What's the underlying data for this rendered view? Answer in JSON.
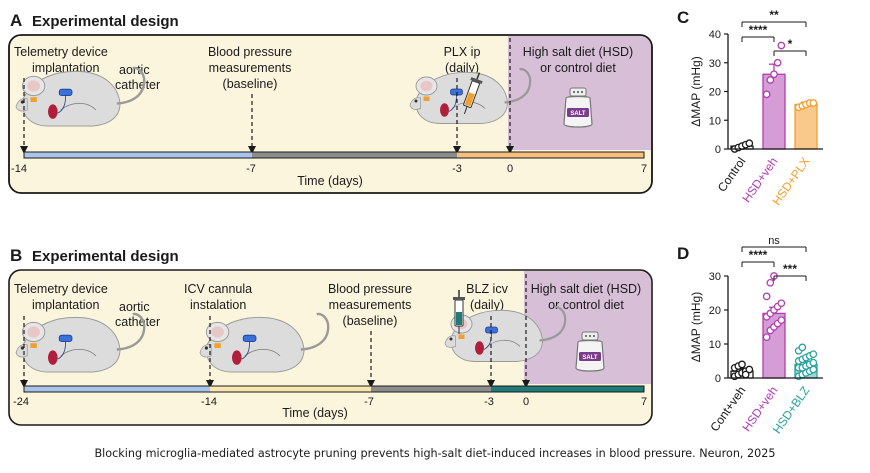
{
  "colors": {
    "panel_bg": "#fcf5de",
    "hsd_region": "#d7bfd7",
    "timeline_blue": "#a9c4eb",
    "timeline_gray": "#8c8c8c",
    "timeline_orange": "#f6bf80",
    "timeline_yellow": "#f7e6b0",
    "timeline_teal": "#1f7a78",
    "control_color": "#1a1a1a",
    "hsd_veh_color": "#b13fb1",
    "hsd_plx_color": "#f0a030",
    "hsd_blz_color": "#2aa39d"
  },
  "icons": [
    "mouse-icon",
    "salt-jar-icon",
    "syringe-icon",
    "telemetry-device-icon"
  ],
  "panelA": {
    "letter": "A",
    "title": "Experimental design",
    "annotations": {
      "telemetry_l1": "Telemetry device",
      "telemetry_l2": "implantation",
      "aortic_l1": "aortic",
      "aortic_l2": "catheter",
      "bp_l1": "Blood pressure",
      "bp_l2": "measurements",
      "bp_l3": "(baseline)",
      "plx_l1": "PLX ip",
      "plx_l2": "(daily)",
      "hsd_l1": "High salt diet (HSD)",
      "hsd_l2": "or control diet",
      "salt": "SALT"
    },
    "ticks": [
      "-14",
      "-7",
      "-3",
      "0",
      "7"
    ],
    "axis_label": "Time (days)"
  },
  "panelB": {
    "letter": "B",
    "title": "Experimental design",
    "annotations": {
      "telemetry_l1": "Telemetry device",
      "telemetry_l2": "implantation",
      "aortic_l1": "aortic",
      "aortic_l2": "catheter",
      "icv_l1": "ICV cannula",
      "icv_l2": "instalation",
      "bp_l1": "Blood pressure",
      "bp_l2": "measurements",
      "bp_l3": "(baseline)",
      "blz_l1": "BLZ icv",
      "blz_l2": "(daily)",
      "hsd_l1": "High salt diet (HSD)",
      "hsd_l2": "or control diet",
      "salt": "SALT"
    },
    "ticks": [
      "-24",
      "-14",
      "-7",
      "-3",
      "0",
      "7"
    ],
    "axis_label": "Time (days)"
  },
  "chart_data": [
    {
      "panel": "C",
      "type": "bar",
      "ylabel": "ΔMAP (mHg)",
      "ylim": [
        0,
        40
      ],
      "yticks": [
        "0",
        "10",
        "20",
        "30",
        "40"
      ],
      "categories": [
        "Control",
        "HSD+veh",
        "HSD+PLX"
      ],
      "values": [
        1,
        26,
        15.5
      ],
      "errors": [
        0.5,
        3.5,
        0.8
      ],
      "points": [
        [
          0,
          0.5,
          1,
          1.5,
          2
        ],
        [
          19,
          24,
          26,
          30,
          36
        ],
        [
          14.5,
          15,
          15.5,
          16,
          16
        ]
      ],
      "comparisons": [
        {
          "label": "**",
          "from": "Control",
          "to": "HSD+PLX"
        },
        {
          "label": "****",
          "from": "Control",
          "to": "HSD+veh"
        },
        {
          "label": "*",
          "from": "HSD+veh",
          "to": "HSD+PLX"
        }
      ]
    },
    {
      "panel": "D",
      "type": "bar",
      "ylabel": "ΔMAP (mHg)",
      "ylim": [
        0,
        30
      ],
      "yticks": [
        "0",
        "10",
        "20",
        "30"
      ],
      "categories": [
        "Cont+veh",
        "HSD+veh",
        "HSD+BLZ"
      ],
      "values": [
        2,
        19,
        4
      ],
      "errors": [
        0.8,
        1.8,
        0.7
      ],
      "points": [
        [
          0.5,
          1,
          1.5,
          2,
          2.5,
          3,
          3.5,
          4,
          1
        ],
        [
          12,
          14,
          15,
          16,
          17,
          18,
          19,
          20,
          21,
          22,
          24,
          28,
          30
        ],
        [
          0.5,
          1,
          1.5,
          2,
          2.5,
          3,
          3,
          3.5,
          4,
          4.5,
          5,
          5.5,
          6,
          6.5,
          7,
          8,
          9
        ]
      ],
      "comparisons": [
        {
          "label": "ns",
          "from": "Cont+veh",
          "to": "HSD+BLZ"
        },
        {
          "label": "****",
          "from": "Cont+veh",
          "to": "HSD+veh"
        },
        {
          "label": "***",
          "from": "HSD+veh",
          "to": "HSD+BLZ"
        }
      ]
    }
  ],
  "caption": "Blocking microglia-mediated astrocyte pruning prevents high-salt diet-induced increases in blood pressure. Neuron, 2025"
}
